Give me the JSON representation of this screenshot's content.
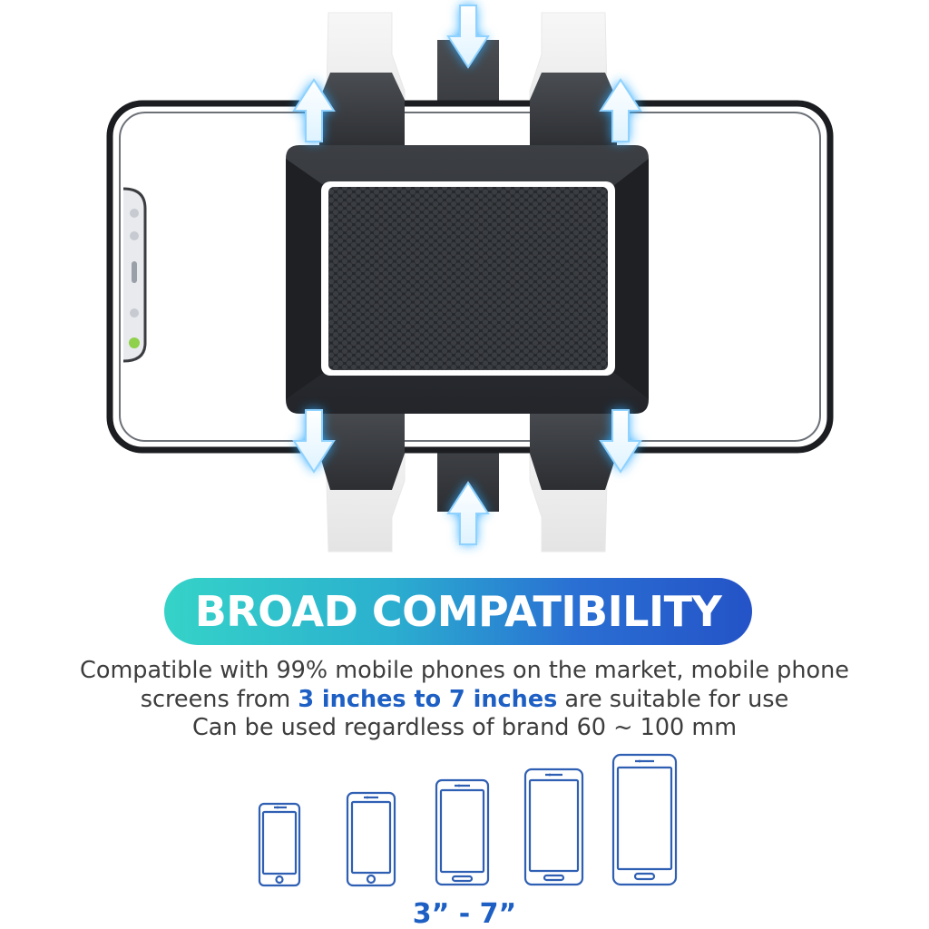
{
  "banner": {
    "title": "BROAD COMPATIBILITY"
  },
  "description": {
    "line1": "Compatible with 99% mobile phones on the market, mobile phone",
    "line2_before": "screens from ",
    "line2_highlight": "3 inches to 7 inches",
    "line2_after": " are suitable for use",
    "line3": "Can be used regardless of brand 60 ~ 100 mm"
  },
  "size_range": "3” - 7”",
  "colors": {
    "accent_blue": "#1e5fc4",
    "banner_start": "#35d3c8",
    "banner_end": "#2453c7",
    "text": "#3d3d3d",
    "phone_outline": "#2f5fb3"
  },
  "icons": [
    "phone-holder-illustration",
    "adjust-arrow-icon",
    "phone-size-icon"
  ]
}
